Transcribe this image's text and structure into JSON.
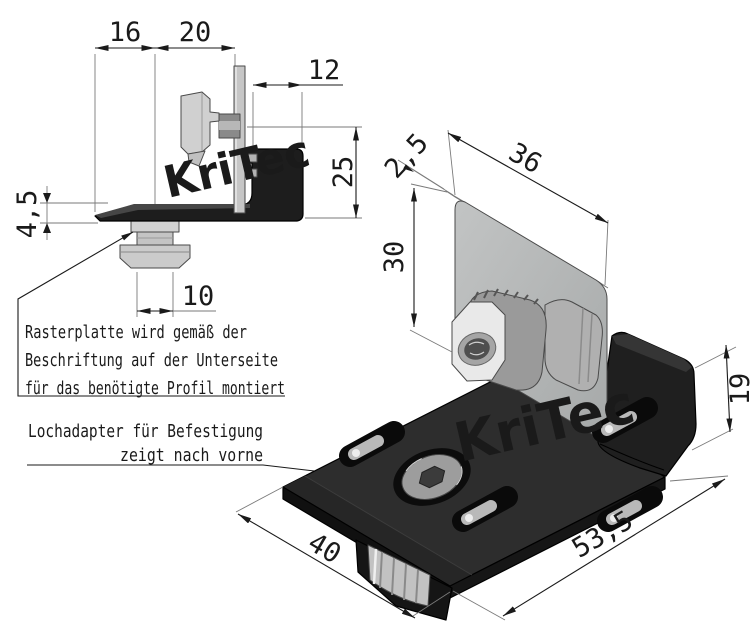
{
  "drawing": {
    "watermark": {
      "text": "KriTec",
      "color": "#1e13e8"
    },
    "side_view": {
      "dims": {
        "d16": "16",
        "d20": "20",
        "d12": "12",
        "d25": "25",
        "d45": "4,5",
        "d10": "10"
      }
    },
    "iso_view": {
      "dims": {
        "d25mm": "2,5",
        "d36": "36",
        "d30": "30",
        "d19": "19",
        "d40": "40",
        "d535": "53,5"
      }
    },
    "notes": {
      "note1": {
        "line1": "Rasterplatte wird gemäß der",
        "line2": "Beschriftung auf der Unterseite",
        "line3": "für das benötigte Profil montiert"
      },
      "note2": {
        "line1": "Lochadapter für Befestigung",
        "line2": "zeigt nach vorne"
      }
    },
    "colors": {
      "part_dark": "#1d1d1d",
      "part_gray": "#c6c6c6",
      "line": "#1a1a1a"
    }
  }
}
